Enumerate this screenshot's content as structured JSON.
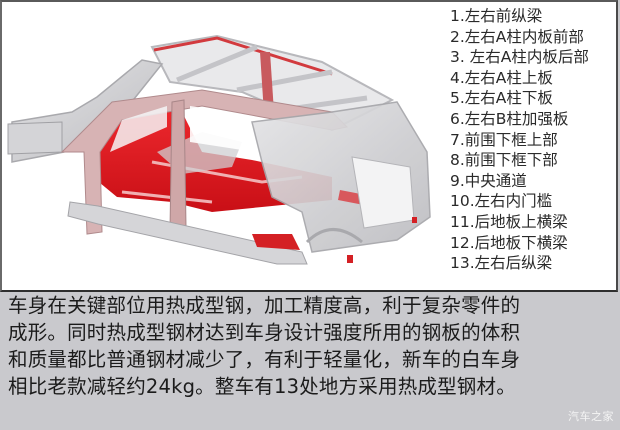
{
  "illustration": {
    "subject": "car body-in-white with hot-formed steel parts highlighted",
    "icon": "car-body-frame-illustration",
    "colors": {
      "hot_formed_steel": "#e0141b",
      "regular_steel": "#cfcfd2",
      "background": "#ffffff",
      "frame_border": "#3a3a3a",
      "caption_background": "#c9c9cd"
    }
  },
  "legend": {
    "items": [
      {
        "label": "1.左右前纵梁"
      },
      {
        "label": "2.左右A柱内板前部"
      },
      {
        "label": "3. 左右A柱内板后部"
      },
      {
        "label": "4.左右A柱上板"
      },
      {
        "label": "5.左右A柱下板"
      },
      {
        "label": "6.左右B柱加强板"
      },
      {
        "label": "7.前围下框上部"
      },
      {
        "label": "8.前围下框下部"
      },
      {
        "label": "9.中央通道"
      },
      {
        "label": "10.左右内门槛"
      },
      {
        "label": "11.后地板上横梁"
      },
      {
        "label": "12.后地板下横梁"
      },
      {
        "label": "13.左右后纵梁"
      }
    ]
  },
  "caption": {
    "lines": [
      "车身在关键部位用热成型钢，加工精度高，利于复杂零件的",
      "成形。同时热成型钢材达到车身设计强度所用的钢板的体积",
      "和质量都比普通钢材减少了，有利于轻量化，新车的白车身",
      "相比老款减轻约24kg。整车有13处地方采用热成型钢材。"
    ]
  },
  "watermark": {
    "text": "汽车之家"
  }
}
